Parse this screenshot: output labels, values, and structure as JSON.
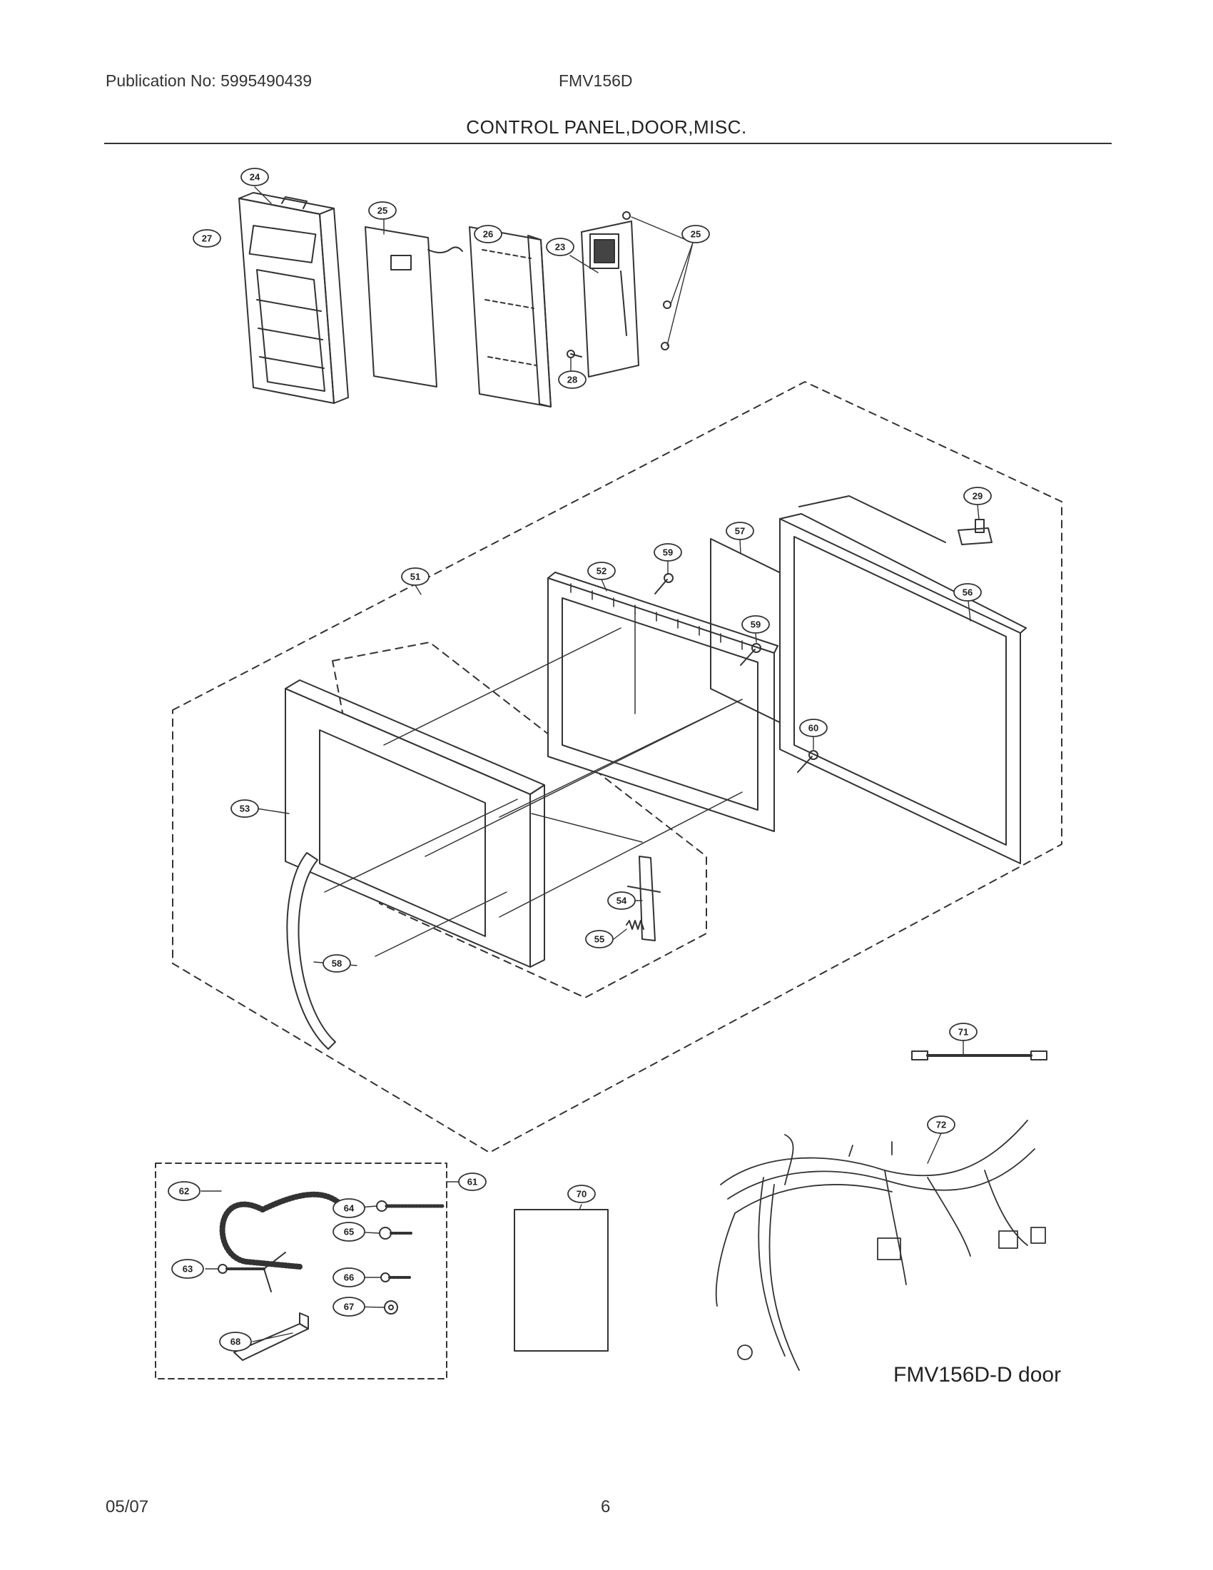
{
  "header": {
    "publication": "Publication No: 5995490439",
    "model": "FMV156D",
    "section_title": "CONTROL PANEL,DOOR,MISC."
  },
  "diagram": {
    "caption": "FMV156D-D door",
    "callouts": {
      "c24": "24",
      "c27": "27",
      "c25": "25",
      "c26": "26",
      "c23": "23",
      "c25b": "25",
      "c28": "28",
      "c29": "29",
      "c57": "57",
      "c59a": "59",
      "c52": "52",
      "c51": "51",
      "c56": "56",
      "c59b": "59",
      "c60": "60",
      "c53": "53",
      "c54": "54",
      "c55": "55",
      "c58": "58",
      "c71": "71",
      "c72": "72",
      "c61": "61",
      "c62": "62",
      "c64": "64",
      "c65": "65",
      "c63b": "63",
      "c66": "66",
      "c67": "67",
      "c68": "68",
      "c70": "70"
    }
  },
  "footer": {
    "date": "05/07",
    "page": "6"
  },
  "colors": {
    "line": "#333333",
    "background": "#ffffff"
  }
}
